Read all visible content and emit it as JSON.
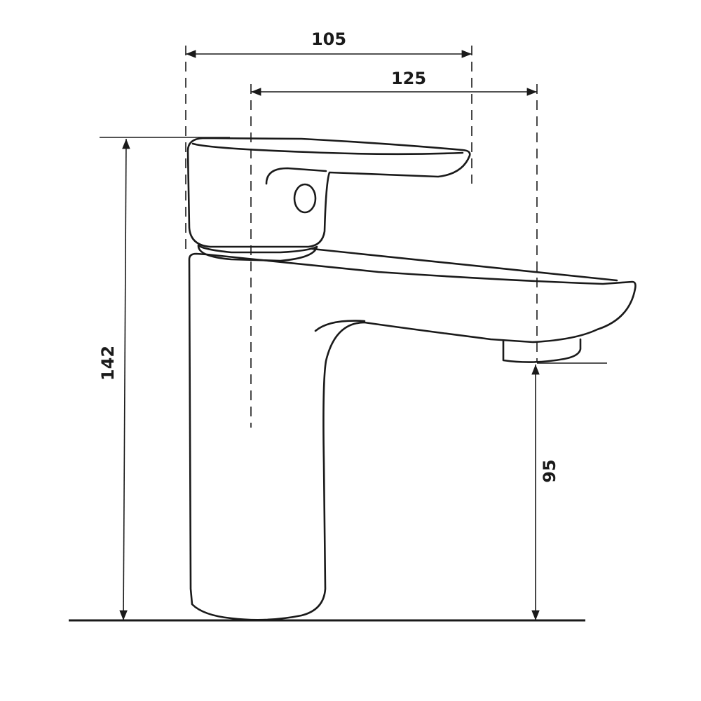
{
  "dimensions": {
    "top_width": "105",
    "spout_reach": "125",
    "total_height": "142",
    "spout_height": "95"
  }
}
